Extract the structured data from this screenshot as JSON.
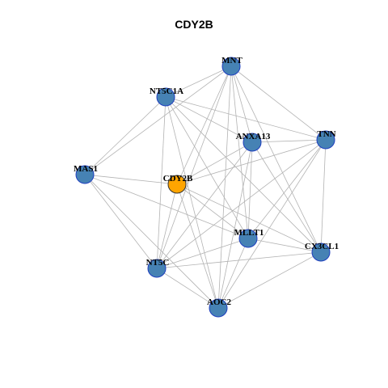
{
  "title": "CDY2B",
  "colors": {
    "node": "#4682b4",
    "center": "#ffa500",
    "edge": "#b3b3b3",
    "node_border": "#1f3fbf"
  },
  "nodes": [
    {
      "id": "MNT",
      "label": "MNT",
      "center": false
    },
    {
      "id": "NT5C1A",
      "label": "NT5C1A",
      "center": false
    },
    {
      "id": "ANXA13",
      "label": "ANXA13",
      "center": false
    },
    {
      "id": "TNN",
      "label": "TNN",
      "center": false
    },
    {
      "id": "MAS1",
      "label": "MAS1",
      "center": false
    },
    {
      "id": "CDY2B",
      "label": "CDY2B",
      "center": true
    },
    {
      "id": "MLLT1",
      "label": "MLLT1",
      "center": false
    },
    {
      "id": "CX3CL1",
      "label": "CX3CL1",
      "center": false
    },
    {
      "id": "NT5C",
      "label": "NT5C",
      "center": false
    },
    {
      "id": "AOC2",
      "label": "AOC2",
      "center": false
    }
  ],
  "edges": [
    [
      "MNT",
      "NT5C1A"
    ],
    [
      "MNT",
      "ANXA13"
    ],
    [
      "MNT",
      "TNN"
    ],
    [
      "MNT",
      "MAS1"
    ],
    [
      "MNT",
      "CDY2B"
    ],
    [
      "MNT",
      "MLLT1"
    ],
    [
      "MNT",
      "CX3CL1"
    ],
    [
      "MNT",
      "NT5C"
    ],
    [
      "MNT",
      "AOC2"
    ],
    [
      "NT5C1A",
      "ANXA13"
    ],
    [
      "NT5C1A",
      "TNN"
    ],
    [
      "NT5C1A",
      "MAS1"
    ],
    [
      "NT5C1A",
      "MLLT1"
    ],
    [
      "NT5C1A",
      "CX3CL1"
    ],
    [
      "NT5C1A",
      "NT5C"
    ],
    [
      "NT5C1A",
      "AOC2"
    ],
    [
      "ANXA13",
      "TNN"
    ],
    [
      "ANXA13",
      "CDY2B"
    ],
    [
      "ANXA13",
      "MLLT1"
    ],
    [
      "ANXA13",
      "CX3CL1"
    ],
    [
      "ANXA13",
      "NT5C"
    ],
    [
      "ANXA13",
      "AOC2"
    ],
    [
      "TNN",
      "MLLT1"
    ],
    [
      "TNN",
      "CX3CL1"
    ],
    [
      "TNN",
      "NT5C"
    ],
    [
      "TNN",
      "AOC2"
    ],
    [
      "TNN",
      "CDY2B"
    ],
    [
      "MAS1",
      "CDY2B"
    ],
    [
      "MAS1",
      "MLLT1"
    ],
    [
      "MAS1",
      "NT5C"
    ],
    [
      "MAS1",
      "AOC2"
    ],
    [
      "CDY2B",
      "MLLT1"
    ],
    [
      "CDY2B",
      "CX3CL1"
    ],
    [
      "CDY2B",
      "NT5C"
    ],
    [
      "CDY2B",
      "AOC2"
    ],
    [
      "MLLT1",
      "CX3CL1"
    ],
    [
      "MLLT1",
      "NT5C"
    ],
    [
      "MLLT1",
      "AOC2"
    ],
    [
      "CX3CL1",
      "NT5C"
    ],
    [
      "CX3CL1",
      "AOC2"
    ],
    [
      "NT5C",
      "AOC2"
    ]
  ]
}
